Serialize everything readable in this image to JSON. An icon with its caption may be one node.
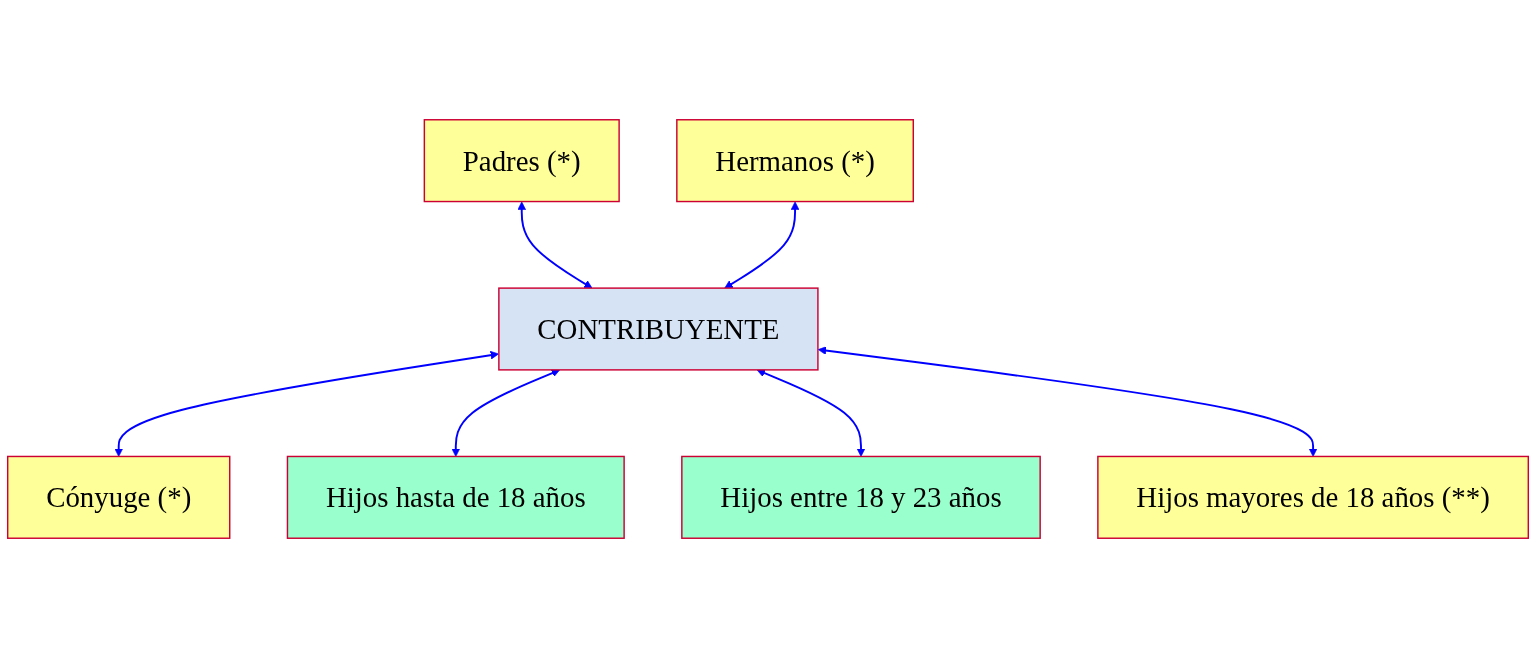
{
  "diagram": {
    "nodes": [
      {
        "text": [
          "Padres (*)"
        ]
      },
      {
        "text": [
          "Hermanos (*)"
        ]
      },
      {
        "text": [
          "CONTRIBUYENTE"
        ]
      },
      {
        "text": [
          "Cónyuge (*)"
        ]
      },
      {
        "text": [
          "Hijos hasta de 18 años"
        ]
      },
      {
        "text": [
          "Hijos entre 18 y 23 años"
        ]
      },
      {
        "text": [
          "Hijos mayores de 18 años (**)"
        ]
      }
    ],
    "edges": [
      {
        "from": 0,
        "to": 2,
        "arrow": "both"
      },
      {
        "from": 1,
        "to": 2,
        "arrow": "both"
      },
      {
        "from": 2,
        "to": 3,
        "arrow": "both"
      },
      {
        "from": 2,
        "to": 4,
        "arrow": "both"
      },
      {
        "from": 2,
        "to": 5,
        "arrow": "both"
      },
      {
        "from": 2,
        "to": 6,
        "arrow": "both"
      }
    ]
  }
}
